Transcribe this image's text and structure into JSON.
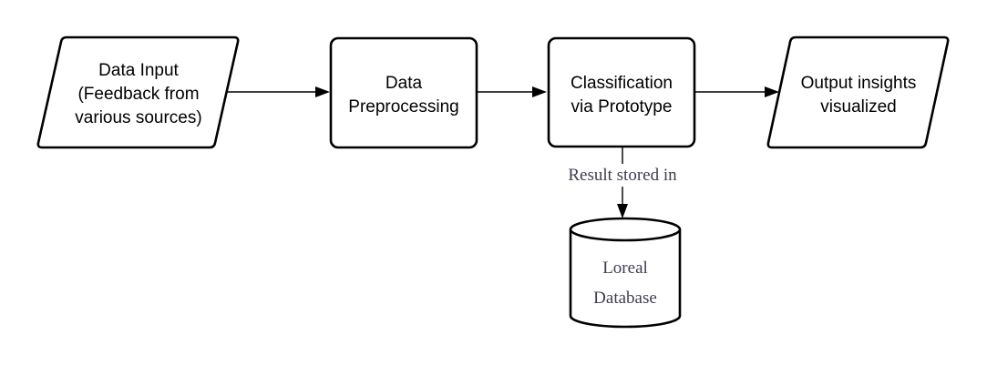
{
  "nodes": {
    "data_input": {
      "line1": "Data Input",
      "line2": "(Feedback from",
      "line3": "various sources)"
    },
    "preprocessing": {
      "line1": "Data",
      "line2": "Preprocessing"
    },
    "classification": {
      "line1": "Classification",
      "line2": "via Prototype"
    },
    "output": {
      "line1": "Output insights",
      "line2": "visualized"
    },
    "database": {
      "line1": "Loreal",
      "line2": "Database"
    }
  },
  "edges": {
    "classification_to_database_label": "Result stored in"
  }
}
